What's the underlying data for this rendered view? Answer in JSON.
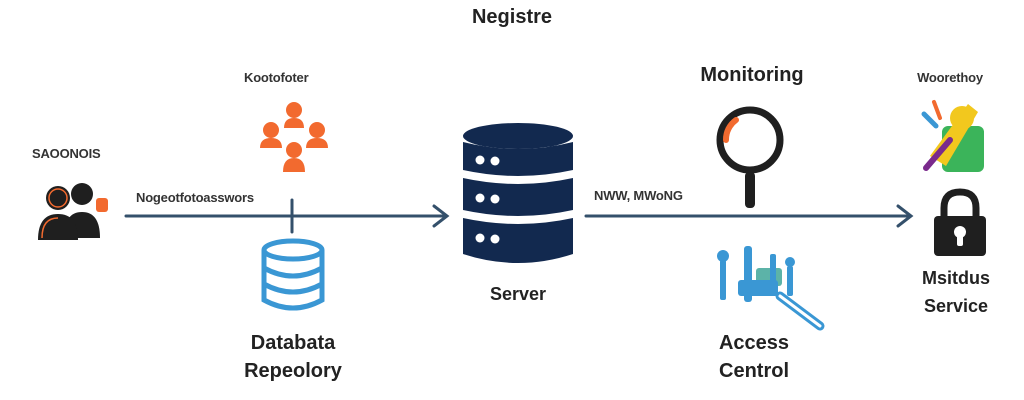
{
  "diagram": {
    "title": "Negistre",
    "nodes": [
      {
        "id": "users",
        "top_label": "SAOONOIS",
        "icon": "users-icon"
      },
      {
        "id": "org",
        "top_label": "Kootofoter",
        "icon": "org-chart-icon"
      },
      {
        "id": "database",
        "label_line1": "Databata",
        "label_line2": "Repeolory",
        "icon": "database-icon"
      },
      {
        "id": "server",
        "label": "Server",
        "icon": "server-icon"
      },
      {
        "id": "monitoring",
        "top_label": "Monitoring",
        "icon": "magnifier-icon"
      },
      {
        "id": "access",
        "label_line1": "Access",
        "label_line2": "Centrol",
        "icon": "access-tools-icon"
      },
      {
        "id": "service",
        "top_label": "Woorethoy",
        "label_line1": "Msitdus",
        "label_line2": "Service",
        "icon": "lock-icon"
      }
    ],
    "edges": [
      {
        "from": "users",
        "to": "server",
        "label": "Nogeotfotoasswors"
      },
      {
        "from": "server",
        "to": "service",
        "label": "NWW, MWoNG"
      }
    ],
    "colors": {
      "arrow": "#34506b",
      "navy": "#12294f",
      "orange": "#f26a2f",
      "blue": "#3a97d4",
      "dark": "#1f1f1f"
    }
  }
}
